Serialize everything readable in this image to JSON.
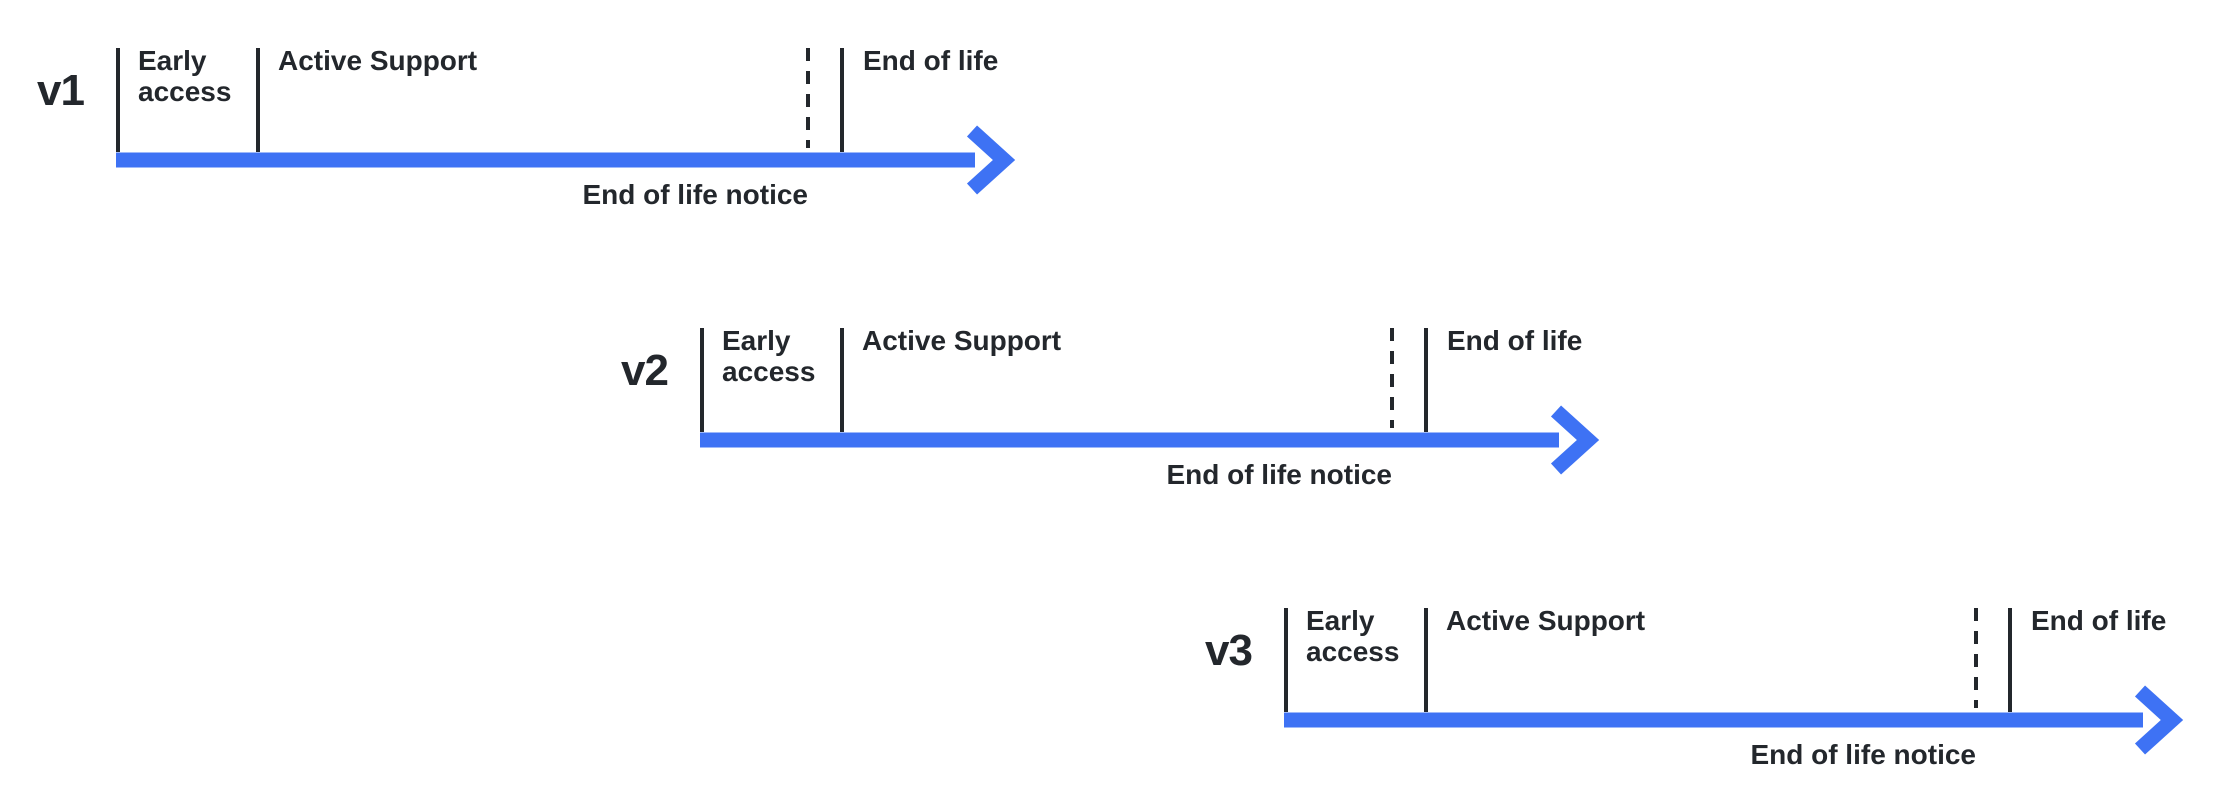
{
  "diagram": {
    "background": "#ffffff",
    "ink_color": "#23272c",
    "arrow_color": "#3e72f4",
    "rows": [
      {
        "version": "v1",
        "labels": {
          "early_access": "Early access",
          "active_support": "Active Support",
          "end_of_life": "End of life",
          "end_of_life_notice": "End of life notice"
        }
      },
      {
        "version": "v2",
        "labels": {
          "early_access": "Early access",
          "active_support": "Active Support",
          "end_of_life": "End of life",
          "end_of_life_notice": "End of life notice"
        }
      },
      {
        "version": "v3",
        "labels": {
          "early_access": "Early access",
          "active_support": "Active Support",
          "end_of_life": "End of life",
          "end_of_life_notice": "End of life notice"
        }
      }
    ]
  }
}
